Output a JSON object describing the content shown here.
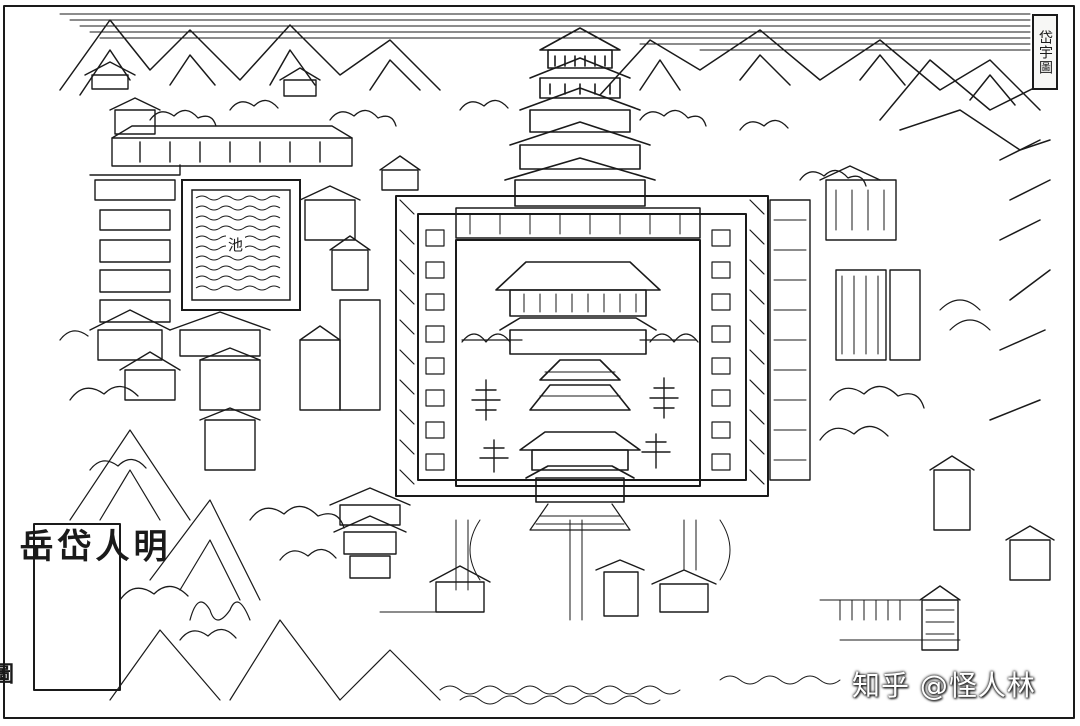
{
  "map": {
    "title_cartouche": "岱宇圖",
    "side_title_cols": [
      "明",
      "人",
      "岱",
      "岳",
      "圖"
    ],
    "pool_label": "池",
    "watermark": "知乎 @怪人林"
  },
  "colors": {
    "ink": "#1a1a1a",
    "paper": "#ffffff"
  },
  "icons": [
    "mountain-icon",
    "cloud-icon",
    "pagoda-icon",
    "tree-icon",
    "gate-icon"
  ]
}
